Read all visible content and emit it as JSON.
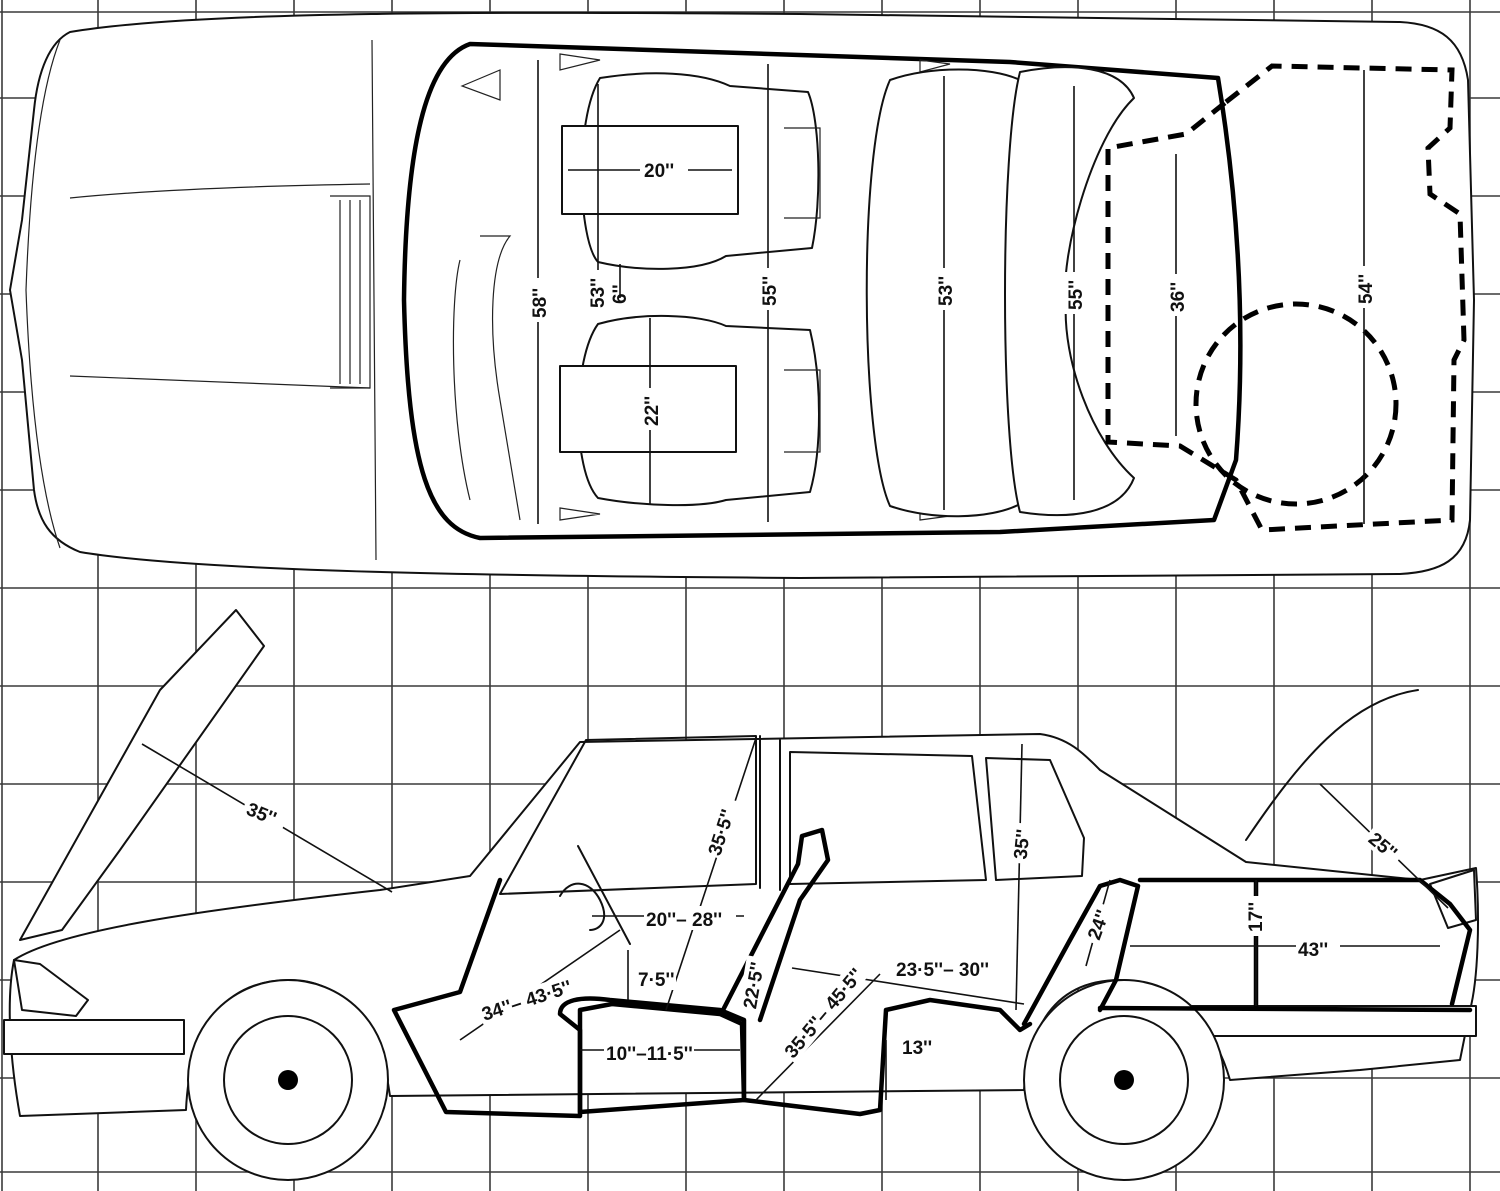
{
  "top_view": {
    "labels": {
      "front_seat_width": "20''",
      "front_seat_width_lower": "22''",
      "front_headroom_width": "58''",
      "front_gap_a": "53''",
      "front_gap_b": "6''",
      "front_shoulder": "55''",
      "rear_seat_width": "53''",
      "rear_shoulder": "55''",
      "boot_depth": "36''",
      "boot_width": "54''"
    }
  },
  "side_view": {
    "labels": {
      "bonnet": "35''",
      "front_headroom": "35·5''",
      "rear_headroom": "35''",
      "boot_lid": "25''",
      "front_legroom": "20''– 28''",
      "cushion_height": "7·5''",
      "seat_back": "22·5''",
      "rear_legroom": "23·5''– 30''",
      "pedal_reach": "34''– 43·5''",
      "seat_depth": "10''–11·5''",
      "rear_knee": "35·5''– 45·5''",
      "rear_cushion": "13''",
      "boot_opening": "24''",
      "boot_height": "17''",
      "boot_length": "43''"
    }
  }
}
